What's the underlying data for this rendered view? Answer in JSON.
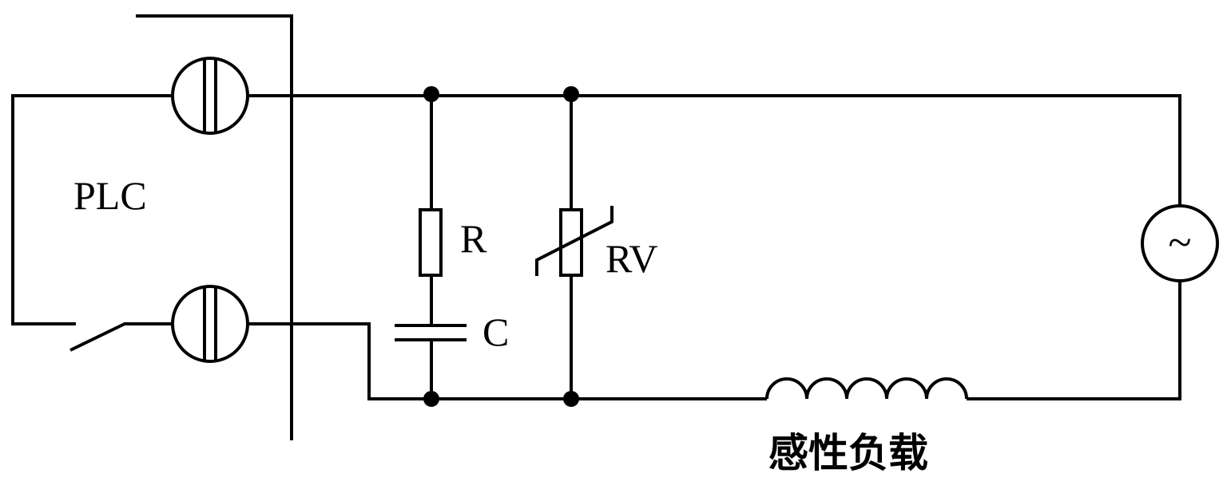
{
  "labels": {
    "plc": "PLC",
    "resistor": "R",
    "capacitor": "C",
    "varistor": "RV",
    "load": "感性负载"
  },
  "symbols": {
    "ac_source": "~"
  },
  "colors": {
    "line": "#000000",
    "background": "#ffffff"
  }
}
